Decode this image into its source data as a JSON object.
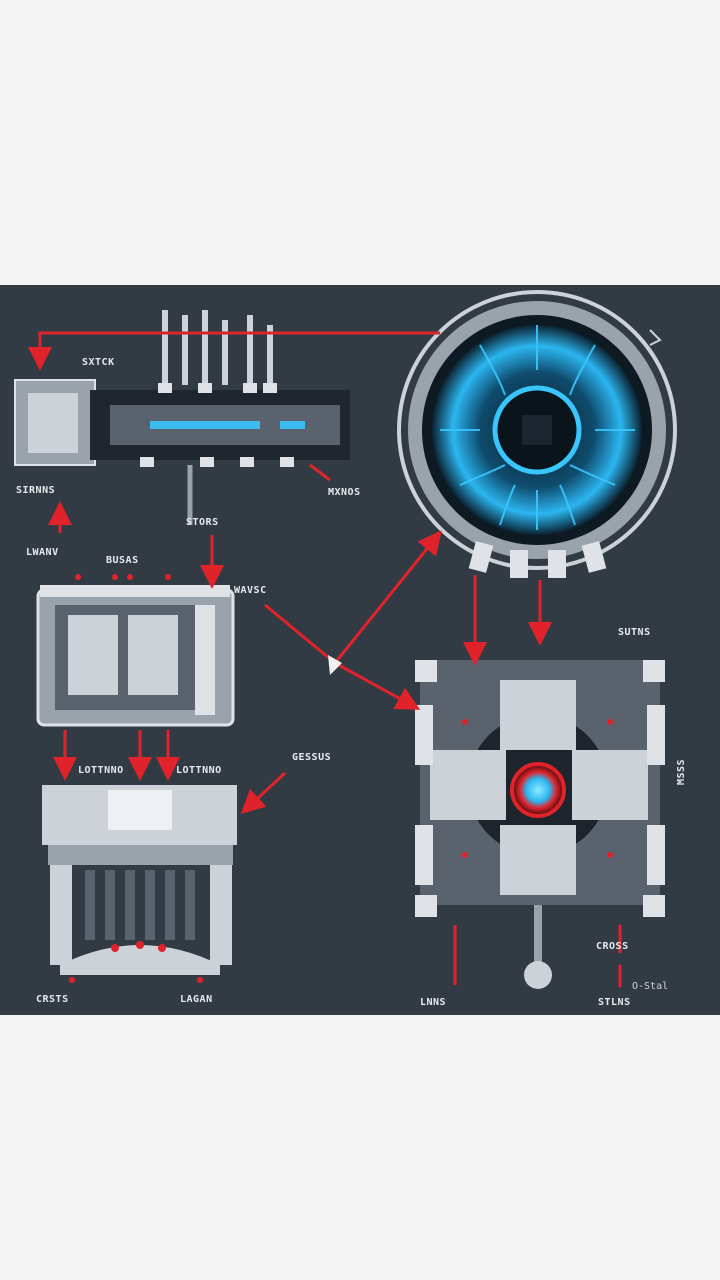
{
  "labels": {
    "top_left_a": "SXTCK",
    "top_left_b": "SIRNNS",
    "left_mid_a": "LWANV",
    "left_mid_b": "BUSAS",
    "center_a": "STORS",
    "center_b": "MXNOS",
    "center_c": "WAVSC",
    "left_low_a": "LOTTNNO",
    "left_low_b": "LOTTNNO",
    "middle_right": "GESSUS",
    "right_a": "SUTNS",
    "bottom_left_a": "CRSTS",
    "bottom_left_b": "LAGAN",
    "bottom_right_a": "LNNS",
    "bottom_right_b": "CROSS",
    "bottom_right_c": "STLNS",
    "side_vertical": "MSSS",
    "badge": "O-Stal"
  },
  "colors": {
    "background": "#323b44",
    "accent_red": "#e0232b",
    "glow_cyan": "#39c6ff",
    "metal_light": "#cdd2d8",
    "metal_dark": "#5a636d"
  }
}
